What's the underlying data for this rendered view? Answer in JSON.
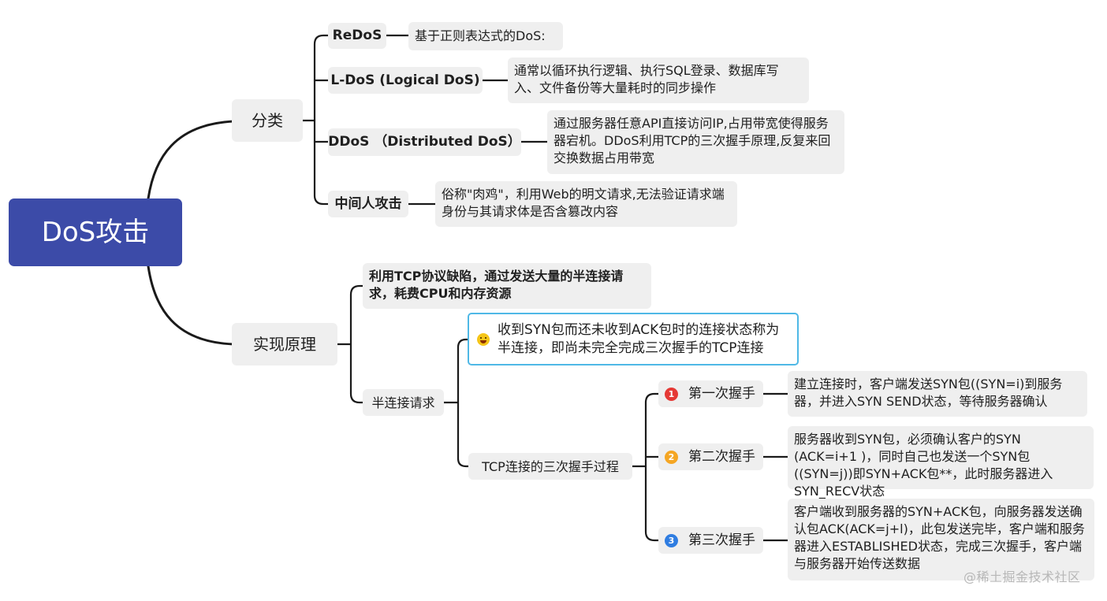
{
  "root": {
    "label": "DoS攻击"
  },
  "classification": {
    "label": "分类",
    "items": [
      {
        "label": "ReDoS",
        "note": "基于正则表达式的DoS:"
      },
      {
        "label": "L-DoS (Logical DoS)",
        "note": "通常以循环执行逻辑、执行SQL登录、数据库写入、文件备份等大量耗时的同步操作"
      },
      {
        "label": "DDoS （Distributed DoS）",
        "note": "通过服务器任意API直接访问IP,占用带宽使得服务器宕机。DDoS利用TCP的三次握手原理,反复来回交换数据占用带宽"
      },
      {
        "label": "中间人攻击",
        "note": "俗称\"肉鸡\"，利用Web的明文请求,无法验证请求端身份与其请求体是否含篡改内容"
      }
    ]
  },
  "implementation": {
    "label": "实现原理",
    "tcp_flaw": "利用TCP协议缺陷，通过发送大量的半连接请求，耗费CPU和内存资源",
    "half_open": {
      "label": "半连接请求",
      "definition": "收到SYN包而还未收到ACK包时的连接状态称为半连接，即尚未完全完成三次握手的TCP连接",
      "handshake": {
        "label": "TCP连接的三次握手过程",
        "steps": [
          {
            "num": "1",
            "label": "第一次握手",
            "detail": "建立连接时，客户端发送SYN包((SYN=i)到服务器，并进入SYN SEND状态，等待服务器确认"
          },
          {
            "num": "2",
            "label": "第二次握手",
            "detail": "服务器收到SYN包，必须确认客户的SYN (ACK=i+1 )，同时自己也发送一个SYN包((SYN=j))即SYN+ACK包**，此时服务器进入SYN_RECV状态"
          },
          {
            "num": "3",
            "label": "第三次握手",
            "detail": "客户端收到服务器的SYN+ACK包，向服务器发送确认包ACK(ACK=j+l)，此包发送完毕，客户端和服务器进入ESTABLISHED状态，完成三次握手，客户端与服务器开始传送数据"
          }
        ]
      }
    }
  },
  "colors": {
    "root_bg": "#3c4ba8",
    "node_bg": "#efefef",
    "selected_border": "#4fb8e6",
    "step1": "#e53935",
    "step2": "#f5a623",
    "step3": "#2f7de1"
  },
  "watermark": "@稀土掘金技术社区"
}
